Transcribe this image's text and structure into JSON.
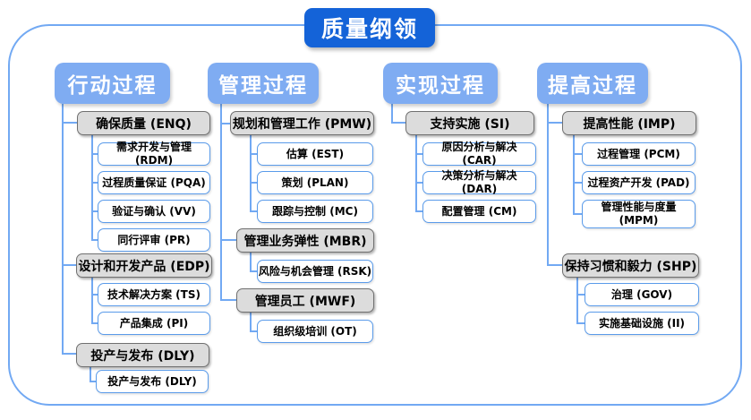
{
  "title": "质量纲领",
  "accent_colors": {
    "title_blue": "#1463d8",
    "header_blue": "#7facf2",
    "line_blue": "#72a9f3",
    "gray_fill": "#dcdcdc"
  },
  "columns": [
    {
      "header": "行动过程",
      "groups": [
        {
          "label": "确保质量 (ENQ)",
          "children": [
            "需求开发与管理 (RDM)",
            "过程质量保证 (PQA)",
            "验证与确认 (VV)",
            "同行评审 (PR)"
          ]
        },
        {
          "label": "设计和开发产品 (EDP)",
          "children": [
            "技术解决方案 (TS)",
            "产品集成 (PI)"
          ]
        },
        {
          "label": "投产与发布 (DLY)",
          "children": [
            "投产与发布 (DLY)"
          ]
        }
      ]
    },
    {
      "header": "管理过程",
      "groups": [
        {
          "label": "规划和管理工作 (PMW)",
          "children": [
            "估算 (EST)",
            "策划 (PLAN)",
            "跟踪与控制 (MC)"
          ]
        },
        {
          "label": "管理业务弹性 (MBR)",
          "children": [
            "风险与机会管理 (RSK)"
          ]
        },
        {
          "label": "管理员工 (MWF)",
          "children": [
            "组织级培训 (OT)"
          ]
        }
      ]
    },
    {
      "header": "实现过程",
      "groups": [
        {
          "label": "支持实施 (SI)",
          "children": [
            "原因分析与解决 (CAR)",
            "决策分析与解决 (DAR)",
            "配置管理 (CM)"
          ]
        }
      ]
    },
    {
      "header": "提高过程",
      "groups": [
        {
          "label": "提高性能 (IMP)",
          "children": [
            "过程管理 (PCM)",
            "过程资产开发 (PAD)",
            "管理性能与度量 (MPM)"
          ]
        },
        {
          "label": "保持习惯和毅力 (SHP)",
          "children": [
            "治理 (GOV)",
            "实施基础设施 (II)"
          ]
        }
      ]
    }
  ]
}
